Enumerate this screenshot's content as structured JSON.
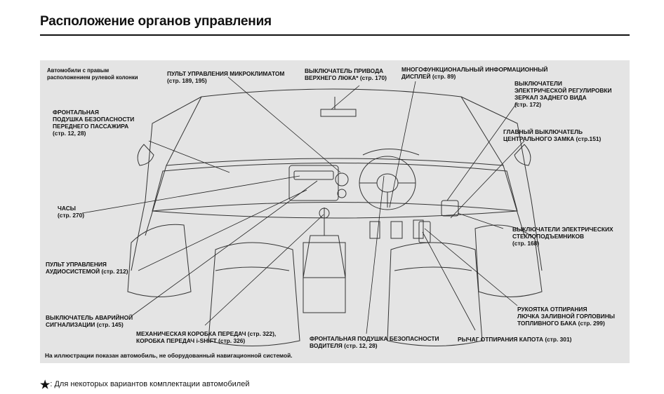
{
  "page": {
    "title": "Расположение органов управления"
  },
  "diagram": {
    "note_rhd": [
      "Автомобили с правым",
      "расположением рулевой колонки"
    ],
    "callouts": [
      {
        "id": "climate",
        "lines": [
          "ПУЛЬТ УПРАВЛЕНИЯ МИКРОКЛИМАТОМ",
          "(стр. 189, 195)"
        ]
      },
      {
        "id": "sunroof",
        "lines": [
          "ВЫКЛЮЧАТЕЛЬ ПРИВОДА",
          "ВЕРХНЕГО ЛЮКА* (стр. 170)"
        ]
      },
      {
        "id": "mid",
        "lines": [
          "МНОГОФУНКЦИОНАЛЬНЫЙ ИНФОРМАЦИОННЫЙ",
          "ДИСПЛЕЙ (стр. 89)"
        ]
      },
      {
        "id": "mirrors",
        "lines": [
          "ВЫКЛЮЧАТЕЛИ",
          "ЭЛЕКТРИЧЕСКОЙ РЕГУЛИРОВКИ",
          "ЗЕРКАЛ ЗАДНЕГО ВИДА",
          "(стр. 172)"
        ]
      },
      {
        "id": "passenger-airbag",
        "lines": [
          "ФРОНТАЛЬНАЯ",
          "ПОДУШКА БЕЗОПАСНОСТИ",
          "ПЕРЕДНЕГО ПАССАЖИРА",
          "(стр. 12, 28)"
        ]
      },
      {
        "id": "central-lock",
        "lines": [
          "ГЛАВНЫЙ ВЫКЛЮЧАТЕЛЬ",
          "ЦЕНТРАЛЬНОГО ЗАМКА (стр.151)"
        ]
      },
      {
        "id": "clock",
        "lines": [
          "ЧАСЫ",
          "(стр. 270)"
        ]
      },
      {
        "id": "windows",
        "lines": [
          "ВЫКЛЮЧАТЕЛИ ЭЛЕКТРИЧЕСКИХ",
          "СТЕКЛОПОДЪЕМНИКОВ",
          "(стр. 168)"
        ]
      },
      {
        "id": "audio",
        "lines": [
          "ПУЛЬТ УПРАВЛЕНИЯ",
          "АУДИОСИСТЕМОЙ (стр. 212)"
        ]
      },
      {
        "id": "fuel-lid",
        "lines": [
          "РУКОЯТКА ОТПИРАНИЯ",
          "ЛЮЧКА ЗАЛИВНОЙ ГОРЛОВИНЫ",
          "ТОПЛИВНОГО БАКА (стр. 299)"
        ]
      },
      {
        "id": "hazard",
        "lines": [
          "ВЫКЛЮЧАТЕЛЬ АВАРИЙНОЙ",
          "СИГНАЛИЗАЦИИ (стр. 145)"
        ]
      },
      {
        "id": "gearbox",
        "lines": [
          "МЕХАНИЧЕСКАЯ КОРОБКА ПЕРЕДАЧ (стр. 322),",
          "КОРОБКА ПЕРЕДАЧ i-SHIFT (стр. 326)"
        ]
      },
      {
        "id": "driver-airbag",
        "lines": [
          "ФРОНТАЛЬНАЯ ПОДУШКА БЕЗОПАСНОСТИ",
          "ВОДИТЕЛЯ (стр. 12, 28)"
        ]
      },
      {
        "id": "hood",
        "lines": [
          "РЫЧАГ ОТПИРАНИЯ КАПОТА (стр. 301)"
        ]
      }
    ],
    "bottom_note": "На иллюстрации показан автомобиль, не оборудованный навигационной системой."
  },
  "footnote": {
    "symbol": "★",
    "text": ": Для некоторых вариантов комплектации автомобилей"
  }
}
